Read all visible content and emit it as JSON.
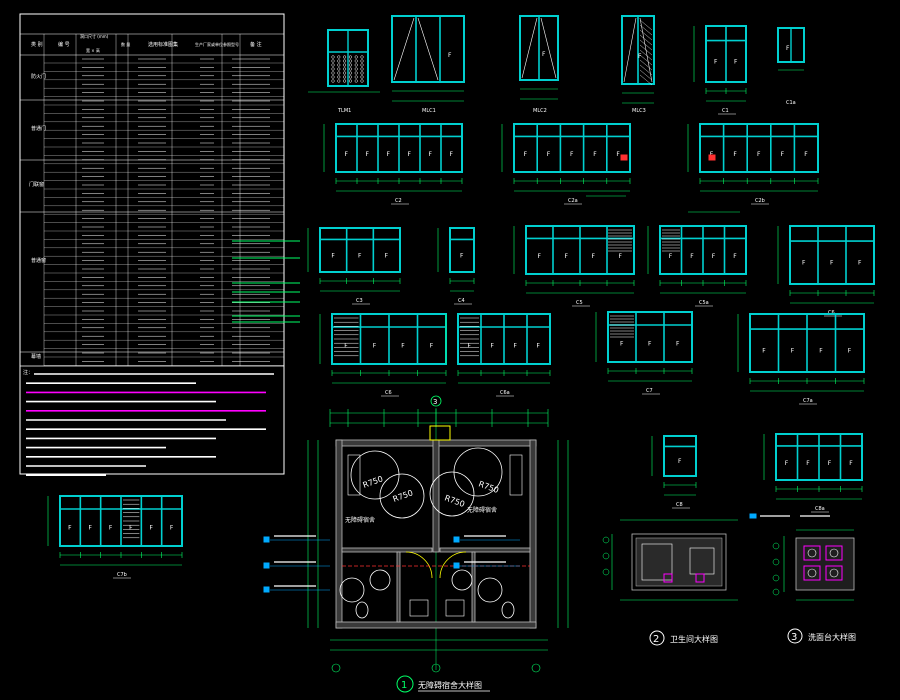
{
  "palette": {
    "background": "#000000",
    "frame": "#00d0d0",
    "line": "#ffffff",
    "dim": "#00ff66",
    "note": "#ff00ff",
    "accent": "#ff3030",
    "yellow": "#ffff00"
  },
  "schedule": {
    "header": [
      "类 别",
      "编 号",
      "洞口尺寸 (mm)",
      "数 量",
      "选用标准图集",
      "生产厂家或单位参照型号",
      "备 注"
    ],
    "header_sub": "宽 × 高",
    "category_labels": [
      "防火门",
      "普通门",
      "门联窗",
      "普通窗",
      "幕墙"
    ],
    "note_label": "注：",
    "notes_count": 12
  },
  "elevations": {
    "row1": [
      "TLM1",
      "MLC1",
      "MLC2",
      "MLC3",
      "C1",
      "C1a"
    ],
    "row2": [
      "C2",
      "C2a",
      "C2b"
    ],
    "row3": [
      "C3",
      "C4",
      "C5",
      "C5a",
      "C6"
    ],
    "row4": [
      "C6",
      "C6a",
      "C7",
      "C7a"
    ],
    "left_bottom": "C7b",
    "right_single": "C8",
    "right_pair": "C8a",
    "sash_letter": "F"
  },
  "plans": {
    "main_number": "1",
    "main_title": "无障碍宿舍大样图",
    "room_label": "无障碍宿舍",
    "radius_label": "R750",
    "axis_top": "3",
    "plan2_number": "2",
    "plan2_title": "卫生间大样图",
    "plan3_number": "3",
    "plan3_title": "洗面台大样图"
  }
}
